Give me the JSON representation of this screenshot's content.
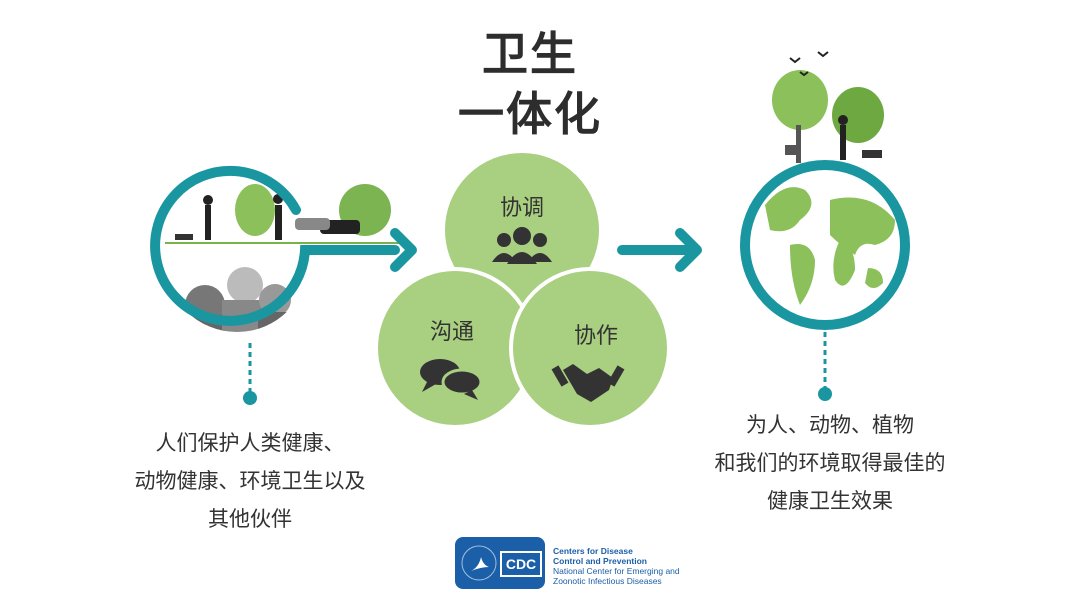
{
  "title": {
    "line1": "卫生",
    "line2": "一体化"
  },
  "venn": {
    "top": {
      "label": "协调",
      "icon": "people-group-icon"
    },
    "left": {
      "label": "沟通",
      "icon": "speech-bubbles-icon"
    },
    "right": {
      "label": "协作",
      "icon": "handshake-icon"
    }
  },
  "left_text": {
    "lines": [
      "人们保护人类健康、",
      "动物健康、环境卫生以及",
      "其他伙伴"
    ]
  },
  "right_text": {
    "lines": [
      "为人、动物、植物",
      "和我们的环境取得最佳的",
      "健康卫生效果"
    ]
  },
  "logo": {
    "mark": "CDC",
    "line1": "Centers for Disease",
    "line2": "Control and Prevention",
    "line3": "National Center for Emerging and",
    "line4": "Zoonotic Infectious Diseases"
  },
  "colors": {
    "teal": "#1a96a1",
    "green": "#a9cf80",
    "blue": "#1b5fa8"
  }
}
